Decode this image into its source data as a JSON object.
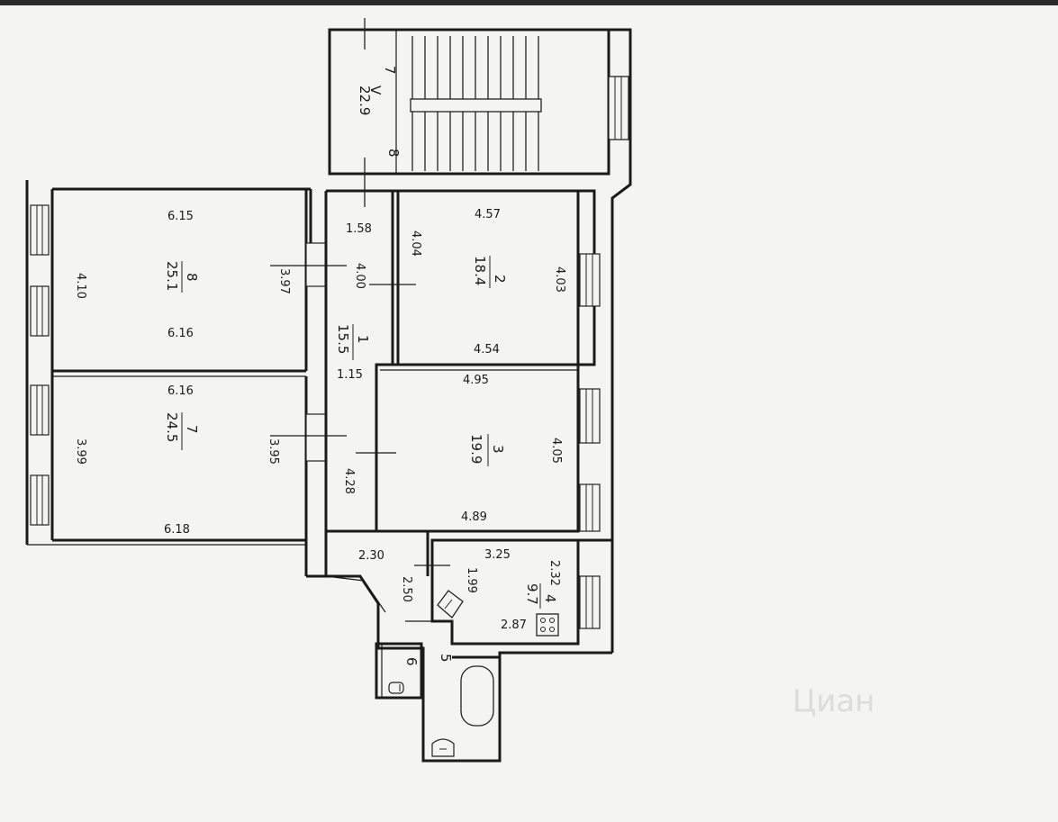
{
  "plan": {
    "stair": {
      "number": "V",
      "area": "22.9",
      "door_left": "7",
      "door_right": "8"
    },
    "rooms": [
      {
        "id": "1",
        "number": "1",
        "area": "15.5",
        "dims": [
          "1.58",
          "4.00",
          "1.15",
          "4.28"
        ]
      },
      {
        "id": "2",
        "number": "2",
        "area": "18.4",
        "dims": [
          "4.57",
          "4.04",
          "4.03",
          "4.54"
        ]
      },
      {
        "id": "3",
        "number": "3",
        "area": "19.9",
        "dims": [
          "4.95",
          "4.05",
          "4.89"
        ]
      },
      {
        "id": "4",
        "number": "4",
        "area": "9.7",
        "dims": [
          "3.25",
          "2.32",
          "1.99",
          "2.87"
        ]
      },
      {
        "id": "5",
        "number": "5",
        "area": "",
        "dims": [
          "2.30",
          "2.50"
        ]
      },
      {
        "id": "6",
        "number": "6",
        "area": "",
        "dims": []
      },
      {
        "id": "7",
        "number": "7",
        "area": "24.5",
        "dims": [
          "6.16",
          "3.99",
          "3.95",
          "6.18"
        ]
      },
      {
        "id": "8",
        "number": "8",
        "area": "25.1",
        "dims": [
          "6.15",
          "4.10",
          "3.97",
          "6.16"
        ]
      }
    ],
    "watermark": "Циан"
  }
}
